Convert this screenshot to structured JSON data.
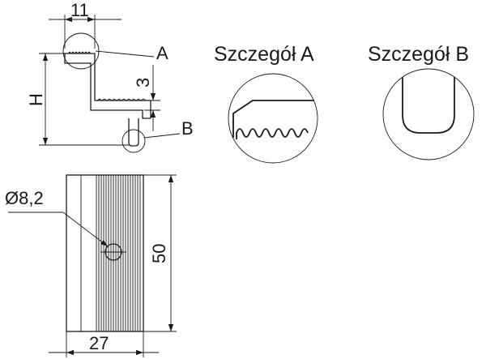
{
  "profile_view": {
    "width_dim": "11",
    "height_dim": "H",
    "depth_dim": "3",
    "detail_a_marker": "A",
    "detail_b_marker": "B"
  },
  "detail_a": {
    "title": "Szczegół A"
  },
  "detail_b": {
    "title": "Szczegół B"
  },
  "front_view": {
    "hole_dim": "Ø8,2",
    "height_dim": "50",
    "width_dim": "27"
  }
}
